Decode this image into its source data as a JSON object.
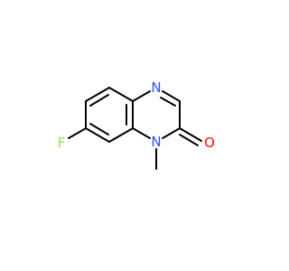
{
  "molecule": {
    "atoms": {
      "fluorine": {
        "symbol": "F",
        "color": "#90e050"
      },
      "n_top": {
        "symbol": "N",
        "color": "#3050f8"
      },
      "n_bottom": {
        "symbol": "N",
        "color": "#3050f8"
      },
      "oxygen": {
        "symbol": "O",
        "color": "#ff0d0d"
      }
    },
    "bond_color": "#000000"
  }
}
